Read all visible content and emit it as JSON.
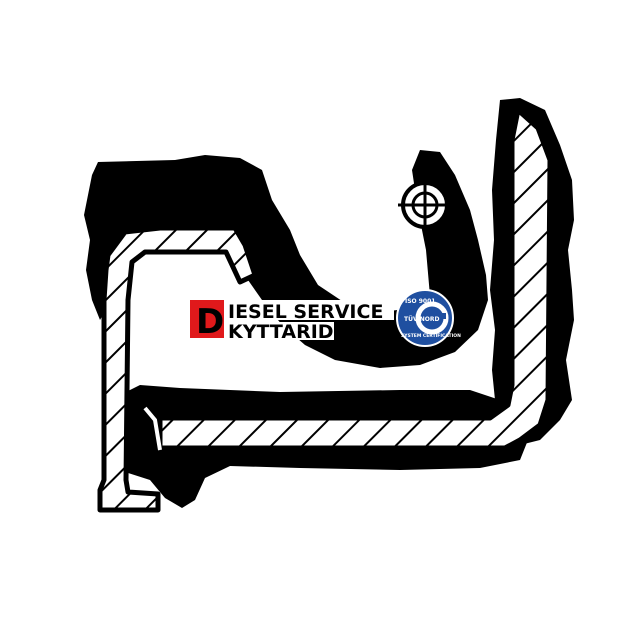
{
  "drawing": {
    "subject": "shaft seal cross-section",
    "colors": {
      "ink": "#000000",
      "paper": "#ffffff",
      "logo_red": "#e0191b",
      "badge_blue": "#1f4fa0"
    }
  },
  "watermark": {
    "initial": "D",
    "line1": "IESEL SERVICE",
    "line2": "KYTTARIDIS",
    "badge_top": "ISO 9001",
    "badge_middle": "TÜV NORD",
    "badge_bottom": "SYSTEM CERTIFICATION"
  }
}
